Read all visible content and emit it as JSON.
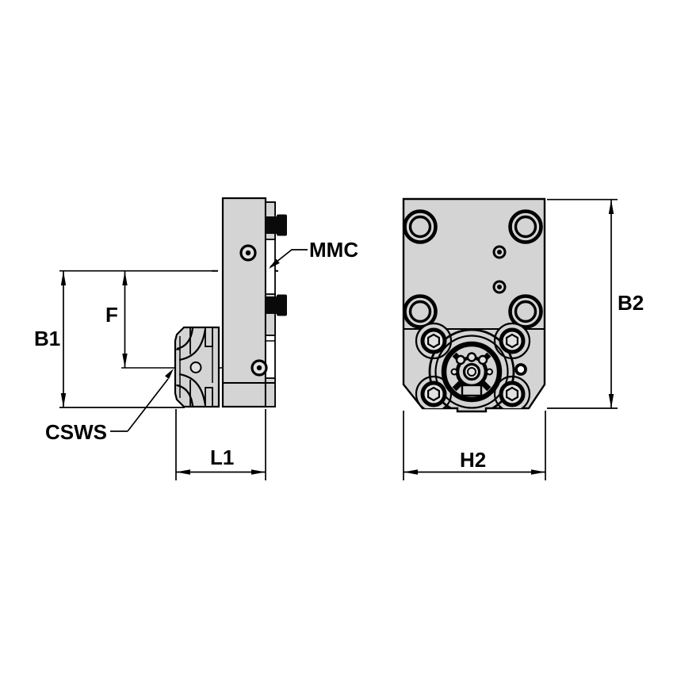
{
  "colors": {
    "line": "#000000",
    "body_fill": "#d4d4d4",
    "detail_fill": "#e2e2e2",
    "bolt_fill": "#0a0a0a",
    "background": "#ffffff"
  },
  "left_view": {
    "datum_label": "MMC",
    "cutter_label": "CSWS",
    "height_dim": "B1",
    "offset_dim": "F",
    "length_dim": "L1"
  },
  "right_view": {
    "height_dim": "B2",
    "width_dim": "H2"
  }
}
